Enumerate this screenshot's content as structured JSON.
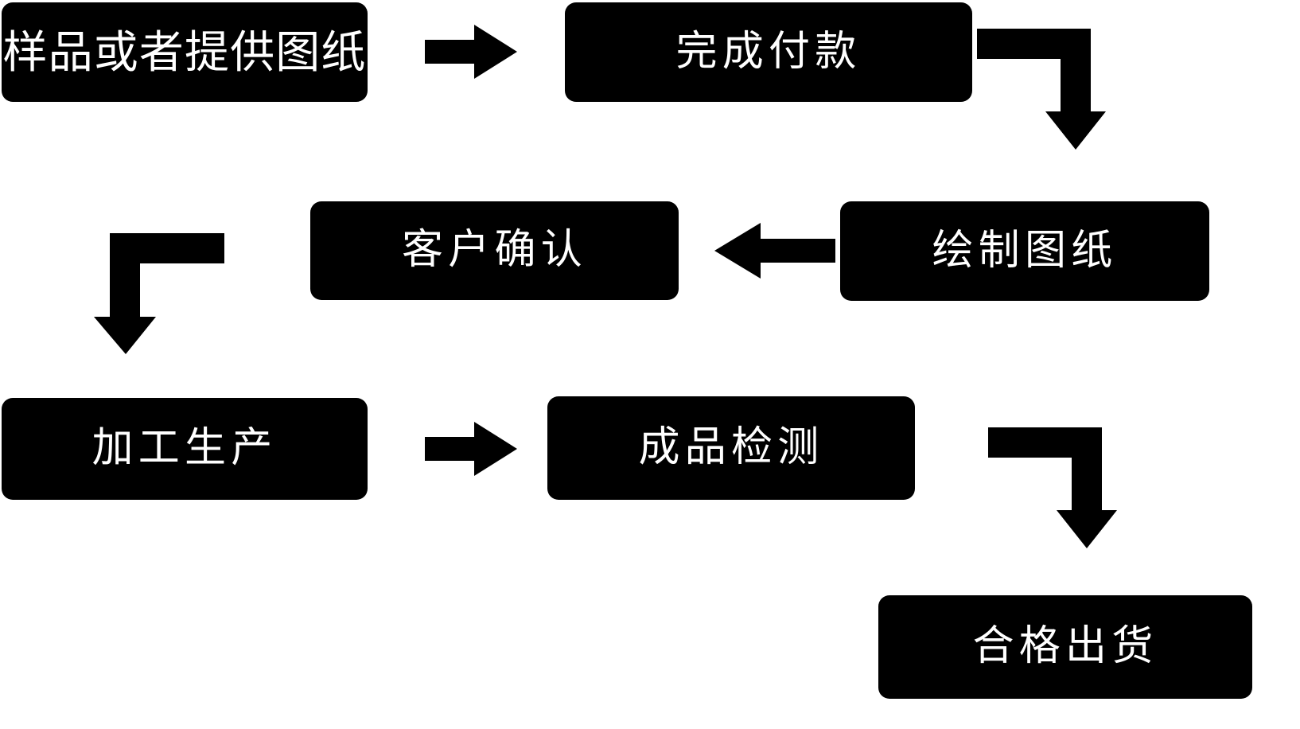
{
  "diagram": {
    "title": "",
    "background_color": "#ffffff",
    "node_color": "#000000",
    "node_text_color": "#ffffff",
    "arrow_color": "#000000",
    "nodes": [
      {
        "id": "sample",
        "label": "样品或者提供图纸",
        "icon": "process-box"
      },
      {
        "id": "payment",
        "label": "完成付款",
        "icon": "process-box"
      },
      {
        "id": "drawing",
        "label": "绘制图纸",
        "icon": "process-box"
      },
      {
        "id": "confirm",
        "label": "客户确认",
        "icon": "process-box"
      },
      {
        "id": "produce",
        "label": "加工生产",
        "icon": "process-box"
      },
      {
        "id": "inspect",
        "label": "成品检测",
        "icon": "process-box"
      },
      {
        "id": "ship",
        "label": "合格出货",
        "icon": "process-box"
      }
    ],
    "connectors": [
      {
        "id": "sample-to-payment",
        "from": "sample",
        "to": "payment",
        "icon": "arrow-right-icon",
        "direction": "right"
      },
      {
        "id": "payment-to-drawing",
        "from": "payment",
        "to": "drawing",
        "icon": "arrow-elbow-down-icon",
        "direction": "right-then-down"
      },
      {
        "id": "drawing-to-confirm",
        "from": "drawing",
        "to": "confirm",
        "icon": "arrow-left-icon",
        "direction": "left"
      },
      {
        "id": "confirm-to-produce",
        "from": "confirm",
        "to": "produce",
        "icon": "arrow-elbow-down-left-icon",
        "direction": "left-then-down"
      },
      {
        "id": "produce-to-inspect",
        "from": "produce",
        "to": "inspect",
        "icon": "arrow-right-icon",
        "direction": "right"
      },
      {
        "id": "inspect-to-ship",
        "from": "inspect",
        "to": "ship",
        "icon": "arrow-elbow-down-icon",
        "direction": "right-then-down"
      }
    ]
  }
}
